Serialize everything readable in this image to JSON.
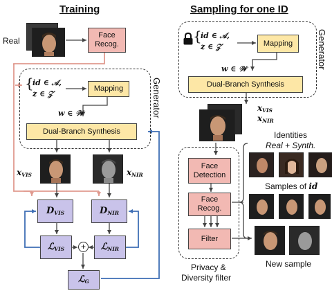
{
  "titles": {
    "left": "Training",
    "right": "Sampling for one ID"
  },
  "left": {
    "real_label": "Real",
    "face_recog": "Face Recog.",
    "mapping": "Mapping",
    "dual_branch": "Dual-Branch Synthesis",
    "generator": "Generator",
    "latent_id": "id ∈ 𝒜,",
    "latent_z": "z ∈ 𝒵",
    "w_space": "w ∈ 𝒲",
    "x": "x",
    "vis": "VIS",
    "nir": "NIR",
    "d": "D",
    "l": "ℒ",
    "g": "G",
    "plus": "+"
  },
  "right": {
    "generator": "Generator",
    "latent_id": "id ∈ 𝒜,",
    "latent_z": "z ∈ 𝒵",
    "mapping": "Mapping",
    "w_space": "w ∈ 𝒲",
    "dual_branch": "Dual-Branch Synthesis",
    "x": "x",
    "vis": "VIS",
    "nir": "NIR",
    "face_detection": "Face Detection",
    "face_recog": "Face Recog.",
    "filter": "Filter",
    "identities": "Identities",
    "real_synth": "Real + Synth.",
    "samples_of": "Samples of",
    "id": "id",
    "new_sample": "New sample",
    "privacy_1": "Privacy &",
    "privacy_2": "Diversity filter"
  },
  "colors": {
    "pink_box": "#f2b9b3",
    "yellow_box": "#fde7a6",
    "lavender_box": "#c9c3ea",
    "pink_arrow": "#e09a8f",
    "blue_arrow": "#3f6fb5"
  },
  "icons": {
    "lock": "lock-icon"
  }
}
